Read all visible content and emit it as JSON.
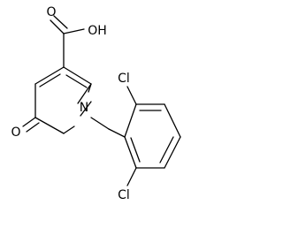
{
  "atoms": {
    "carboxyl_oxygen_double": "O",
    "carboxyl_hydroxyl": "OH",
    "ring_nitrogen": "N",
    "carbonyl_oxygen": "O",
    "chlorine_top": "Cl",
    "chlorine_bottom": "Cl"
  },
  "colors": {
    "bond": "#000000",
    "label": "#000000",
    "background": "#ffffff"
  }
}
